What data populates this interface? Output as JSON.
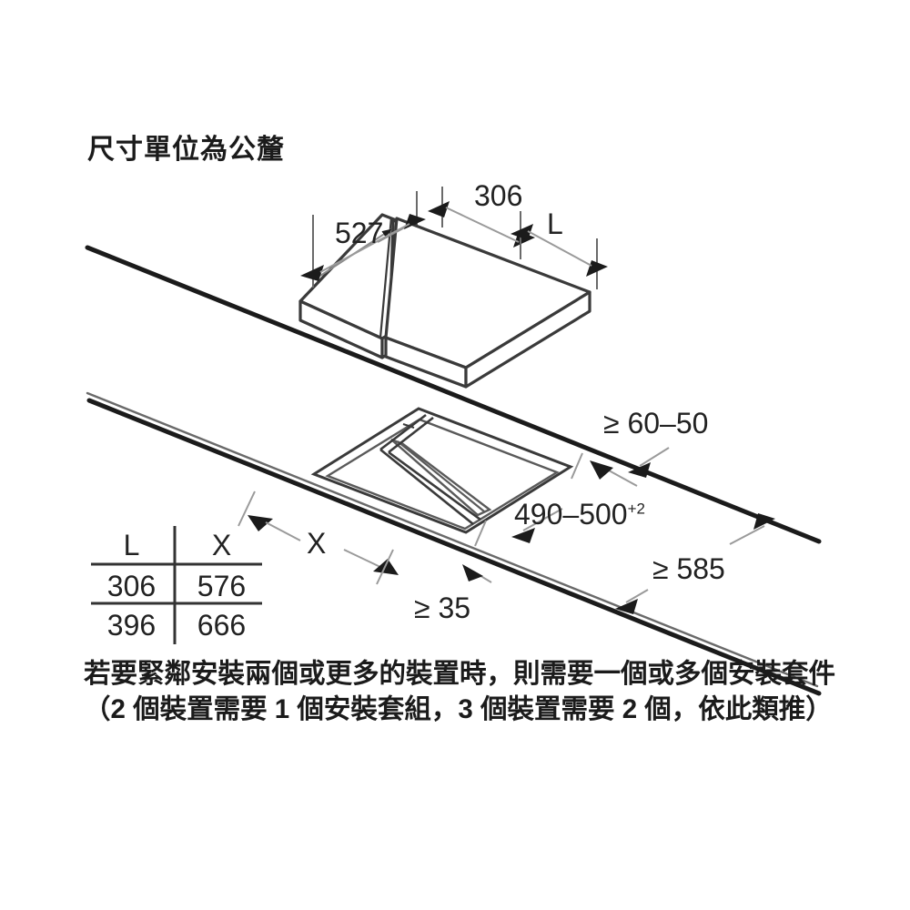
{
  "document": {
    "title": "尺寸單位為公釐",
    "type": "appliance-installation-dimension-drawing"
  },
  "dimensions": {
    "top_view": {
      "width_527": "527",
      "width_306": "306",
      "label_L": "L"
    },
    "cutout_view": {
      "gap_top": "≥ 60–50",
      "cutout_width": "490–500",
      "cutout_width_tolerance": "+2",
      "worktop_depth": "≥ 585",
      "front_edge_min": "≥ 35",
      "span_label": "X"
    }
  },
  "reference_table": {
    "headers": [
      "L",
      "X"
    ],
    "rows": [
      [
        "306",
        "576"
      ],
      [
        "396",
        "666"
      ]
    ]
  },
  "notes": {
    "installation_note": "若要緊鄰安裝兩個或更多的裝置時，則需要一個或多個安裝套件（2 個裝置需要 1 個安裝套組，3 個裝置需要 2 個，依此類推）"
  },
  "colors": {
    "line": "#1b1b1b",
    "thin_line": "#5a5a5a",
    "text": "#1b1b1b",
    "background": "#ffffff"
  }
}
